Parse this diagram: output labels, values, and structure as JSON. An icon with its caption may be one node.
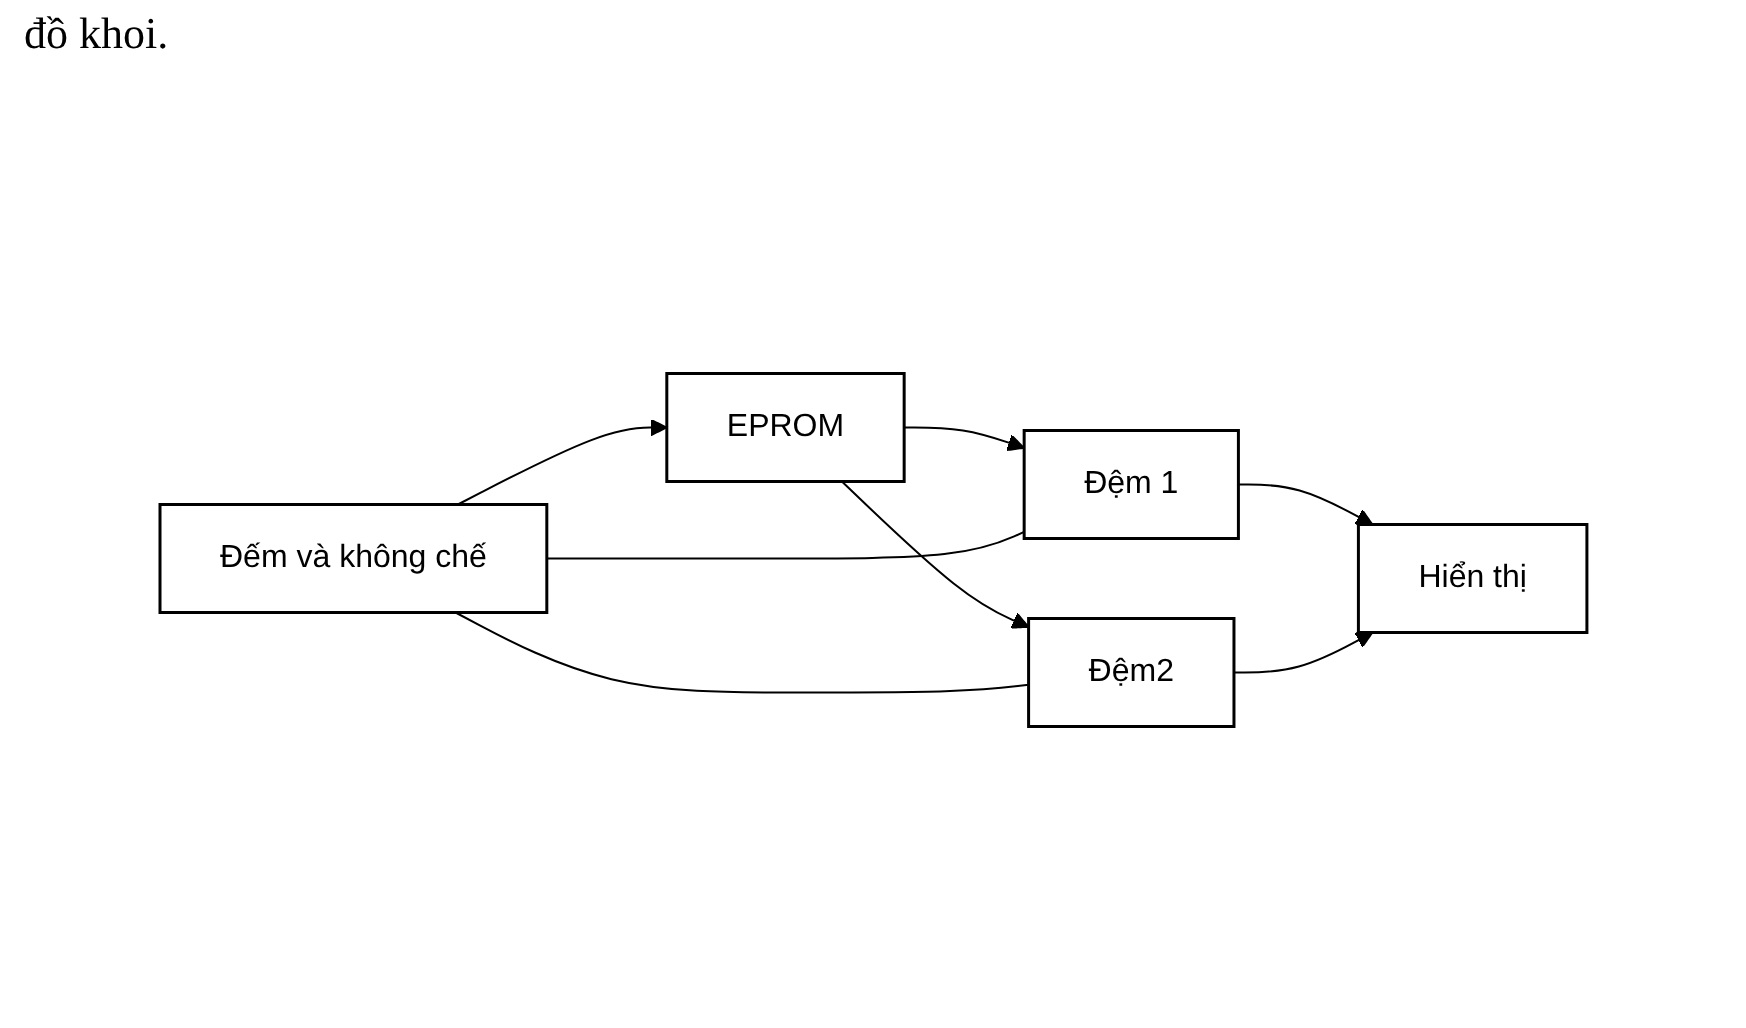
{
  "diagram": {
    "nodes": [
      {
        "text": [
          "Đếm và không chế"
        ]
      },
      {
        "text": [
          "EPROM"
        ]
      },
      {
        "text": [
          "Đệm 1"
        ]
      },
      {
        "text": [
          "Đệm2"
        ]
      },
      {
        "text": [
          "Hiển thị"
        ]
      }
    ],
    "edges": [
      {
        "from": 0,
        "to": 1,
        "arrow": "to"
      },
      {
        "from": 1,
        "to": 2,
        "arrow": "to"
      },
      {
        "from": 1,
        "to": 3,
        "arrow": "to"
      },
      {
        "from": 2,
        "to": 4,
        "arrow": "to"
      },
      {
        "from": 3,
        "to": 4,
        "arrow": "to"
      },
      {
        "from": 0,
        "to": 2,
        "arrow": "none"
      },
      {
        "from": 0,
        "to": 3,
        "arrow": "none"
      }
    ],
    "labels": [
      "đồ khoi."
    ]
  }
}
